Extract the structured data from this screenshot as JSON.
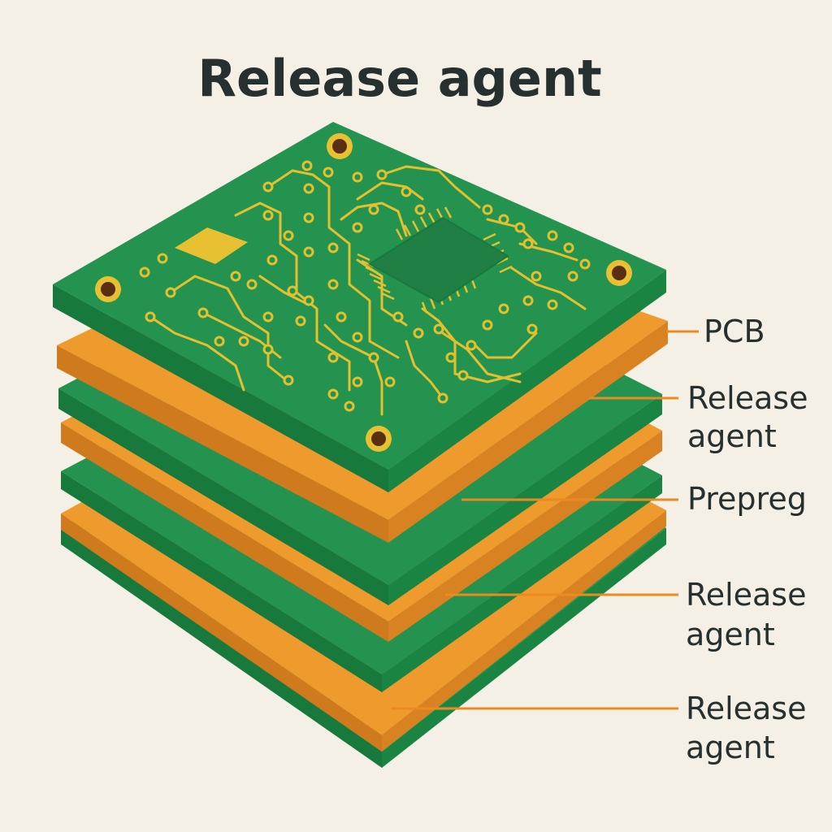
{
  "title": "Release agent",
  "labels": [
    {
      "id": "pcb",
      "lines": [
        "PCB"
      ]
    },
    {
      "id": "release-agent-1",
      "lines": [
        "Release",
        "agent"
      ]
    },
    {
      "id": "prepreg",
      "lines": [
        "Prepreg"
      ]
    },
    {
      "id": "release-agent-2",
      "lines": [
        "Release",
        "agent"
      ]
    },
    {
      "id": "release-agent-3",
      "lines": [
        "Release",
        "agent"
      ]
    }
  ],
  "colors": {
    "background": "#f5f0e6",
    "board_green": "#23934f",
    "board_green_dark": "#177a3c",
    "release_orange": "#ee9a2c",
    "release_orange_dark": "#cf7a1c",
    "trace_gold": "#e3c02f",
    "chip": "#1f7f45",
    "leader_line": "#ec8a22",
    "text": "#26302f"
  }
}
